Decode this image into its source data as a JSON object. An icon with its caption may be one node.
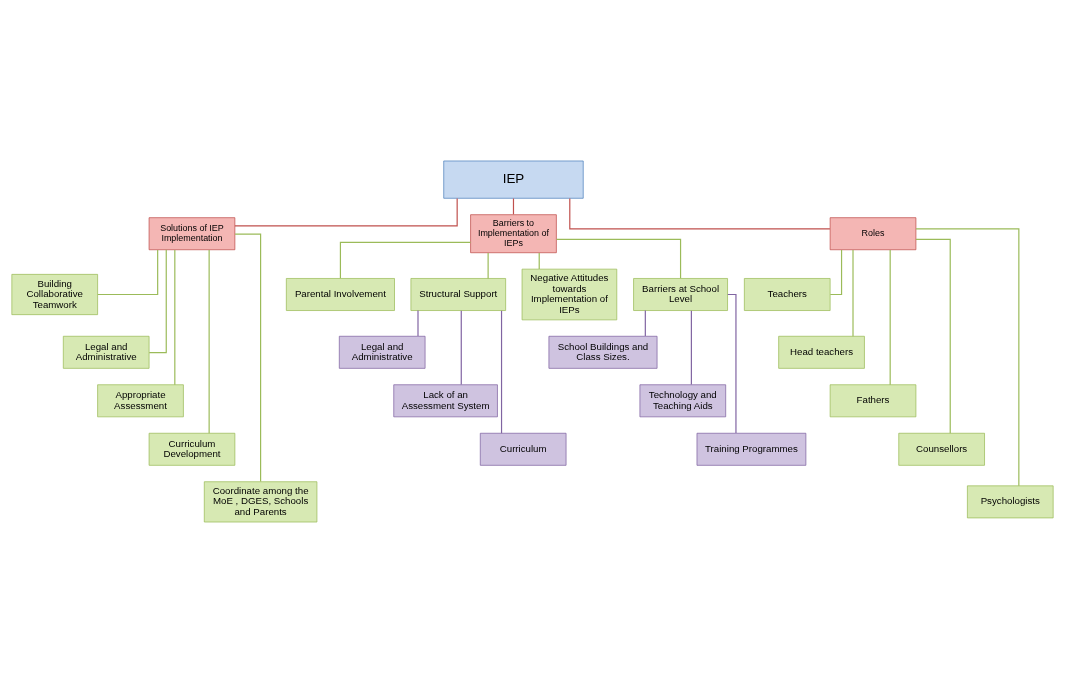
{
  "diagram": {
    "nodes": [
      {
        "text": [
          "IEP"
        ]
      },
      {
        "text": [
          "Solutions of IEP Implementation"
        ]
      },
      {
        "text": [
          "Barriers to Implementation of IEPs"
        ]
      },
      {
        "text": [
          "Roles"
        ]
      },
      {
        "text": [
          "Building Collaborative Teamwork"
        ]
      },
      {
        "text": [
          "Legal and Administrative"
        ]
      },
      {
        "text": [
          "Appropriate Assessment"
        ]
      },
      {
        "text": [
          "Curriculum Development"
        ]
      },
      {
        "text": [
          "Coordinate among the MoE , DGES, Schools and Parents"
        ]
      },
      {
        "text": [
          "Parental Involvement"
        ]
      },
      {
        "text": [
          "Structural Support"
        ]
      },
      {
        "text": [
          "Negative Attitudes towards Implementation of IEPs"
        ]
      },
      {
        "text": [
          "Barriers at School Level"
        ]
      },
      {
        "text": [
          "Legal and Administrative"
        ]
      },
      {
        "text": [
          "Lack of an Assessment System"
        ]
      },
      {
        "text": [
          "Curriculum"
        ]
      },
      {
        "text": [
          "School Buildings and Class Sizes."
        ]
      },
      {
        "text": [
          "Technology and Teaching Aids"
        ]
      },
      {
        "text": [
          "Training Programmes"
        ]
      },
      {
        "text": [
          "Teachers"
        ]
      },
      {
        "text": [
          "Head teachers"
        ]
      },
      {
        "text": [
          "Fathers"
        ]
      },
      {
        "text": [
          "Counsellors"
        ]
      },
      {
        "text": [
          "Psychologists"
        ]
      }
    ],
    "edges": [
      {
        "from": 0,
        "to": 1,
        "arrow": "none",
        "color": "#c0504d"
      },
      {
        "from": 0,
        "to": 2,
        "arrow": "none",
        "color": "#c0504d"
      },
      {
        "from": 0,
        "to": 3,
        "arrow": "none",
        "color": "#c0504d"
      },
      {
        "from": 1,
        "to": 4,
        "arrow": "none"
      },
      {
        "from": 1,
        "to": 5,
        "arrow": "none"
      },
      {
        "from": 1,
        "to": 6,
        "arrow": "none"
      },
      {
        "from": 1,
        "to": 7,
        "arrow": "none"
      },
      {
        "from": 1,
        "to": 8,
        "arrow": "none"
      },
      {
        "from": 2,
        "to": 9,
        "arrow": "none"
      },
      {
        "from": 2,
        "to": 10,
        "arrow": "none"
      },
      {
        "from": 2,
        "to": 11,
        "arrow": "none"
      },
      {
        "from": 2,
        "to": 12,
        "arrow": "none"
      },
      {
        "from": 10,
        "to": 13,
        "arrow": "none",
        "color": "#8064a2"
      },
      {
        "from": 10,
        "to": 14,
        "arrow": "none",
        "color": "#8064a2"
      },
      {
        "from": 10,
        "to": 15,
        "arrow": "none",
        "color": "#8064a2"
      },
      {
        "from": 12,
        "to": 16,
        "arrow": "none",
        "color": "#8064a2"
      },
      {
        "from": 12,
        "to": 17,
        "arrow": "none",
        "color": "#8064a2"
      },
      {
        "from": 12,
        "to": 18,
        "arrow": "none",
        "color": "#8064a2"
      },
      {
        "from": 3,
        "to": 19,
        "arrow": "none"
      },
      {
        "from": 3,
        "to": 20,
        "arrow": "none"
      },
      {
        "from": 3,
        "to": 21,
        "arrow": "none"
      },
      {
        "from": 3,
        "to": 22,
        "arrow": "none"
      },
      {
        "from": 3,
        "to": 23,
        "arrow": "none"
      }
    ]
  }
}
